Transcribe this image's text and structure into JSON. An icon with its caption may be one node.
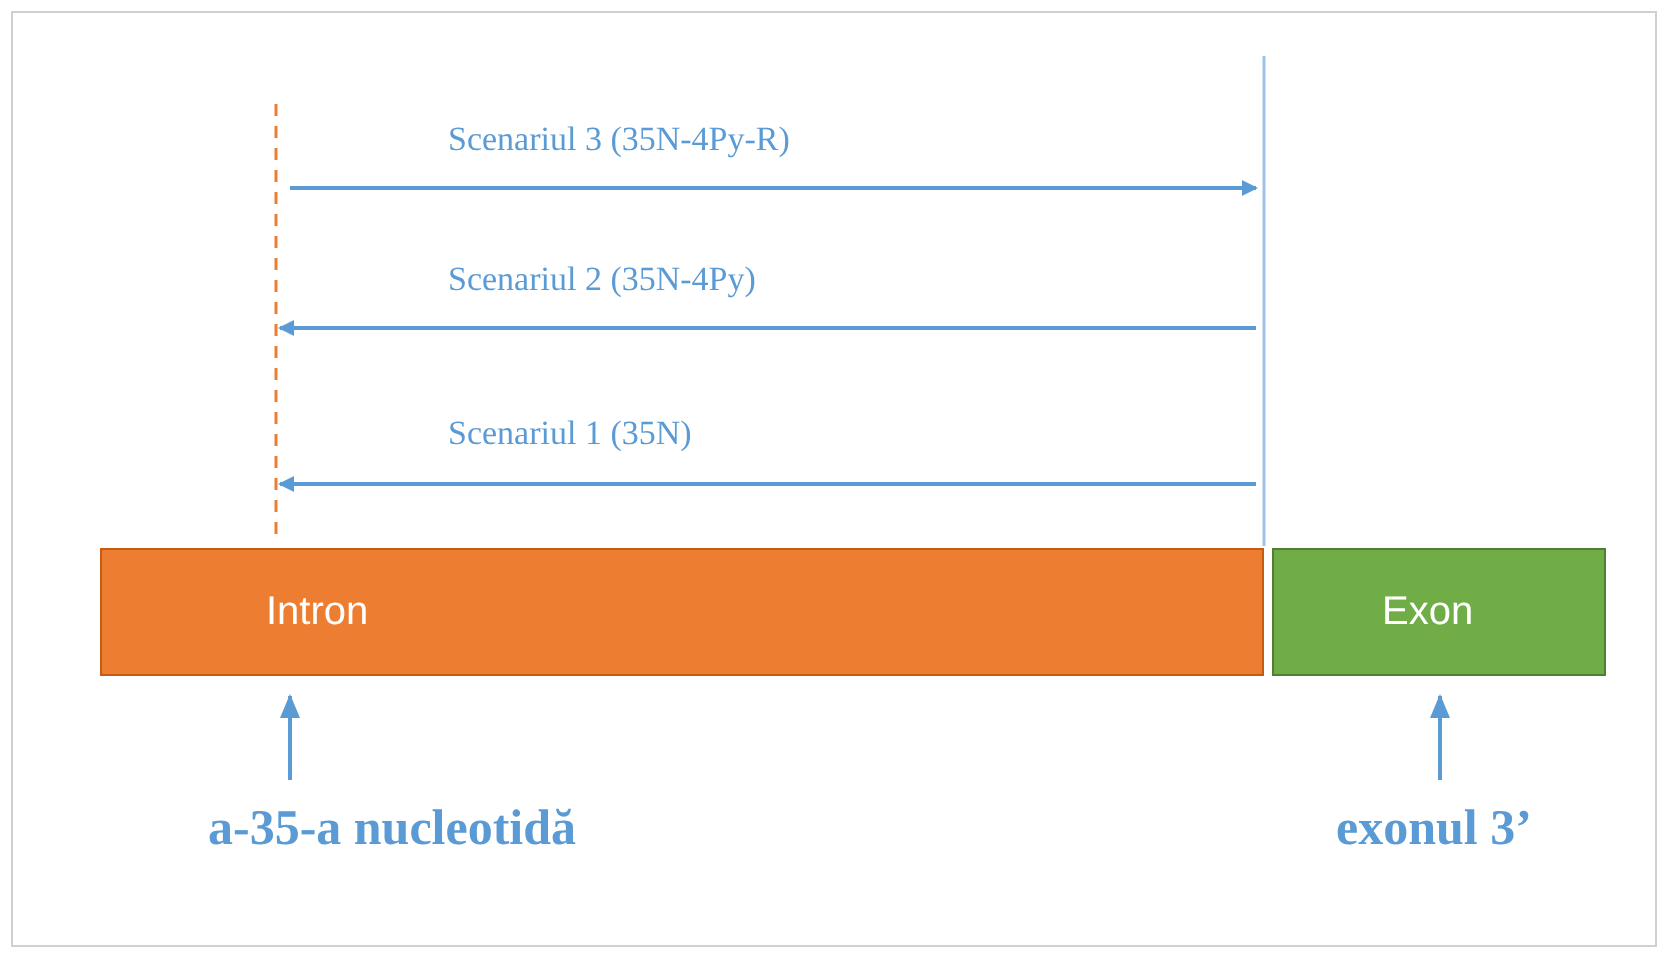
{
  "diagram": {
    "nodes": [
      {
        "text": [
          "Intron"
        ]
      },
      {
        "text": [
          "Exon"
        ]
      },
      {
        "text": [
          "a-35-a nucleotidă"
        ]
      },
      {
        "text": [
          "exonul 3’"
        ]
      }
    ],
    "edges": [
      {
        "from": 2,
        "to": 0,
        "arrow": "to"
      },
      {
        "from": 3,
        "to": 1,
        "arrow": "to"
      }
    ],
    "labels": [
      "Scenariul 3 (35N-4Py-R)",
      "Scenariul 2 (35N-4Py)",
      "Scenariul 1 (35N)"
    ]
  }
}
